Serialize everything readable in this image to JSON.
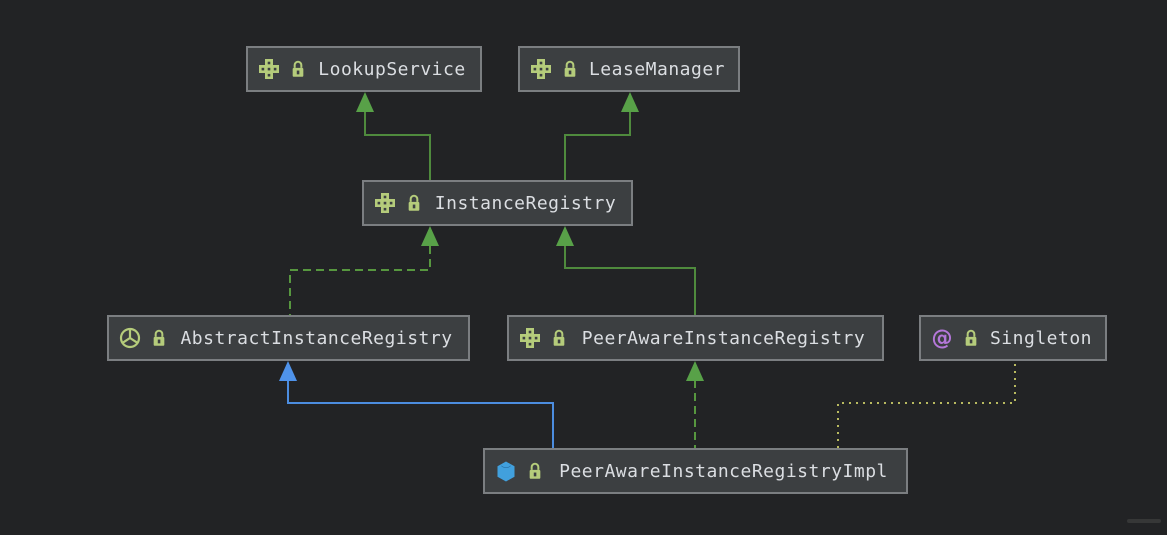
{
  "diagram": {
    "kind": "uml-class-diagram",
    "theme": "dark",
    "colors": {
      "background": "#222325",
      "node_background": "#3c3f41",
      "node_border": "#7b7e81",
      "node_text": "#dbdee2",
      "extends_edge": "#4f8a3d",
      "implements_edge": "#57973f",
      "class_extends_edge": "#4c8de0",
      "annotation_edge": "#b9ba60",
      "icon_green": "#b5cc7b",
      "icon_purple": "#b477d9",
      "icon_blue": "#41a0dd"
    },
    "annotation_glyph": "@",
    "nodes": [
      {
        "label": "LookupService",
        "kind": "interface",
        "icons": [
          "interface-icon",
          "lock-icon"
        ]
      },
      {
        "label": "LeaseManager",
        "kind": "interface",
        "icons": [
          "interface-icon",
          "lock-icon"
        ]
      },
      {
        "label": "InstanceRegistry",
        "kind": "interface",
        "icons": [
          "interface-icon",
          "lock-icon"
        ]
      },
      {
        "label": "AbstractInstanceRegistry",
        "kind": "abstract-class",
        "icons": [
          "abstract-class-icon",
          "lock-icon"
        ]
      },
      {
        "label": "PeerAwareInstanceRegistry",
        "kind": "interface",
        "icons": [
          "interface-icon",
          "lock-icon"
        ]
      },
      {
        "label": "Singleton",
        "kind": "annotation",
        "icons": [
          "annotation-icon",
          "lock-icon"
        ]
      },
      {
        "label": "PeerAwareInstanceRegistryImpl",
        "kind": "class",
        "icons": [
          "class-icon",
          "lock-icon"
        ]
      }
    ],
    "edges": [
      {
        "from": "InstanceRegistry",
        "to": "LookupService",
        "type": "extends",
        "style": "solid-green-arrow"
      },
      {
        "from": "InstanceRegistry",
        "to": "LeaseManager",
        "type": "extends",
        "style": "solid-green-arrow"
      },
      {
        "from": "AbstractInstanceRegistry",
        "to": "InstanceRegistry",
        "type": "implements",
        "style": "dashed-green-arrow"
      },
      {
        "from": "PeerAwareInstanceRegistry",
        "to": "InstanceRegistry",
        "type": "extends",
        "style": "solid-green-arrow"
      },
      {
        "from": "PeerAwareInstanceRegistryImpl",
        "to": "AbstractInstanceRegistry",
        "type": "extends",
        "style": "solid-blue-arrow"
      },
      {
        "from": "PeerAwareInstanceRegistryImpl",
        "to": "PeerAwareInstanceRegistry",
        "type": "implements",
        "style": "dashed-green-arrow"
      },
      {
        "from": "PeerAwareInstanceRegistryImpl",
        "to": "Singleton",
        "type": "annotated-with",
        "style": "dotted-yellow"
      }
    ]
  }
}
